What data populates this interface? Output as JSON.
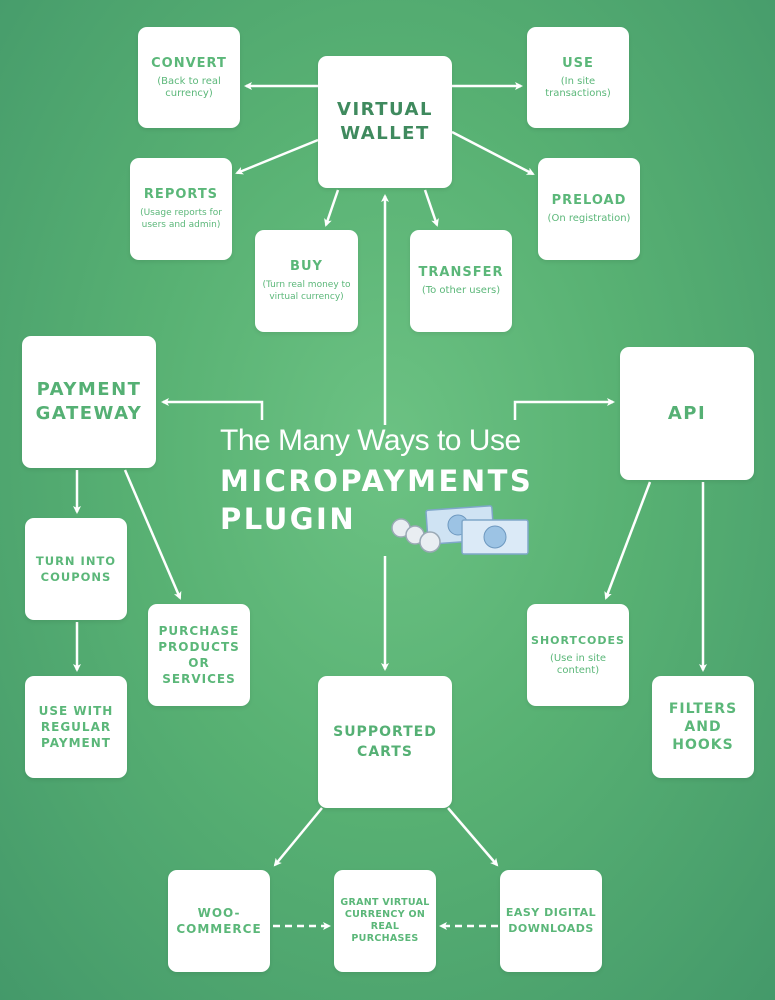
{
  "title": {
    "line1": "The Many Ways to Use",
    "line2": "MICROPAYMENTS",
    "line3": "PLUGIN"
  },
  "nodes": {
    "virtual_wallet": {
      "title": "VIRTUAL WALLET"
    },
    "convert": {
      "title": "CONVERT",
      "sub": "(Back to real currency)"
    },
    "use": {
      "title": "USE",
      "sub": "(In site transactions)"
    },
    "reports": {
      "title": "REPORTS",
      "sub": "(Usage reports for users and admin)"
    },
    "preload": {
      "title": "PRELOAD",
      "sub": "(On registration)"
    },
    "buy": {
      "title": "BUY",
      "sub": "(Turn real money to virtual currency)"
    },
    "transfer": {
      "title": "TRANSFER",
      "sub": "(To other users)"
    },
    "payment_gateway": {
      "title": "PAYMENT GATEWAY"
    },
    "api": {
      "title": "API"
    },
    "coupons": {
      "title": "TURN INTO COUPONS"
    },
    "purchase": {
      "title": "PURCHASE PRODUCTS OR SERVICES"
    },
    "regular": {
      "title": "USE WITH REGULAR PAYMENT"
    },
    "shortcodes": {
      "title": "SHORTCODES",
      "sub": "(Use in site content)"
    },
    "filters": {
      "title": "FILTERS AND HOOKS"
    },
    "carts": {
      "title": "SUPPORTED CARTS"
    },
    "woo": {
      "title": "WOO-COMMERCE"
    },
    "grant": {
      "title": "GRANT VIRTUAL CURRENCY ON REAL PURCHASES"
    },
    "edd": {
      "title": "EASY DIGITAL DOWNLOADS"
    }
  },
  "colors": {
    "accent": "#5bb779",
    "dark_text": "#3f8a5e",
    "background": "#58b173"
  }
}
